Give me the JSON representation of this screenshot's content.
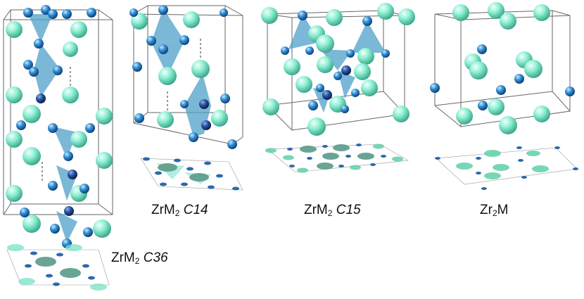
{
  "structures": [
    {
      "id": "c36",
      "formula": "ZrM",
      "subscript": "2",
      "phase": "C36"
    },
    {
      "id": "c14",
      "formula": "ZrM",
      "subscript": "2",
      "phase": "C14"
    },
    {
      "id": "c15",
      "formula": "ZrM",
      "subscript": "2",
      "phase": "C15"
    },
    {
      "id": "zr2m",
      "formula": "Zr",
      "subscript": "2",
      "suffix": "M",
      "phase": ""
    }
  ],
  "colors": {
    "zr_atom": "#7fe3c9",
    "m_atom": "#2f86c8",
    "m_atom_dark": "#1d4f8f",
    "polyhedron": "#4f9fc8",
    "cell_edge": "#555555",
    "projection_zr": "#5fcfa8",
    "projection_m": "#2a69ad"
  }
}
